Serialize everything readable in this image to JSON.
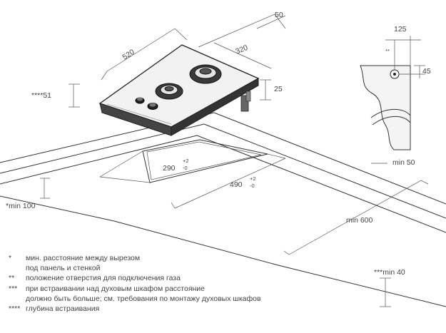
{
  "dimensions": {
    "hob_depth": "520",
    "hob_width": "320",
    "rear_gap": "50",
    "hob_height": "25",
    "built_in_depth": "****51",
    "cutout_width": "290",
    "cutout_width_tol_plus": "+2",
    "cutout_width_tol_minus": "-0",
    "cutout_depth": "490",
    "cutout_depth_tol_plus": "+2",
    "cutout_depth_tol_minus": "-0",
    "min_front": "*min 100",
    "min_side": "min 50",
    "min_wall": "min 600",
    "min_oven": "***min 40",
    "gas_offset_h": "125",
    "gas_offset_v": "45",
    "gas_marker": "**"
  },
  "legend": [
    {
      "mark": "*",
      "lines": [
        "мин. расстояние между вырезом",
        "под панель и стенкой"
      ]
    },
    {
      "mark": "**",
      "lines": [
        "положение отверстия для подключения газа"
      ]
    },
    {
      "mark": "***",
      "lines": [
        "при встраивании над духовым шкафом расстояние",
        "должно быть больше; см. требования по монтажу духовых шкафов"
      ]
    },
    {
      "mark": "****",
      "lines": [
        "глубина встраивания"
      ]
    }
  ]
}
